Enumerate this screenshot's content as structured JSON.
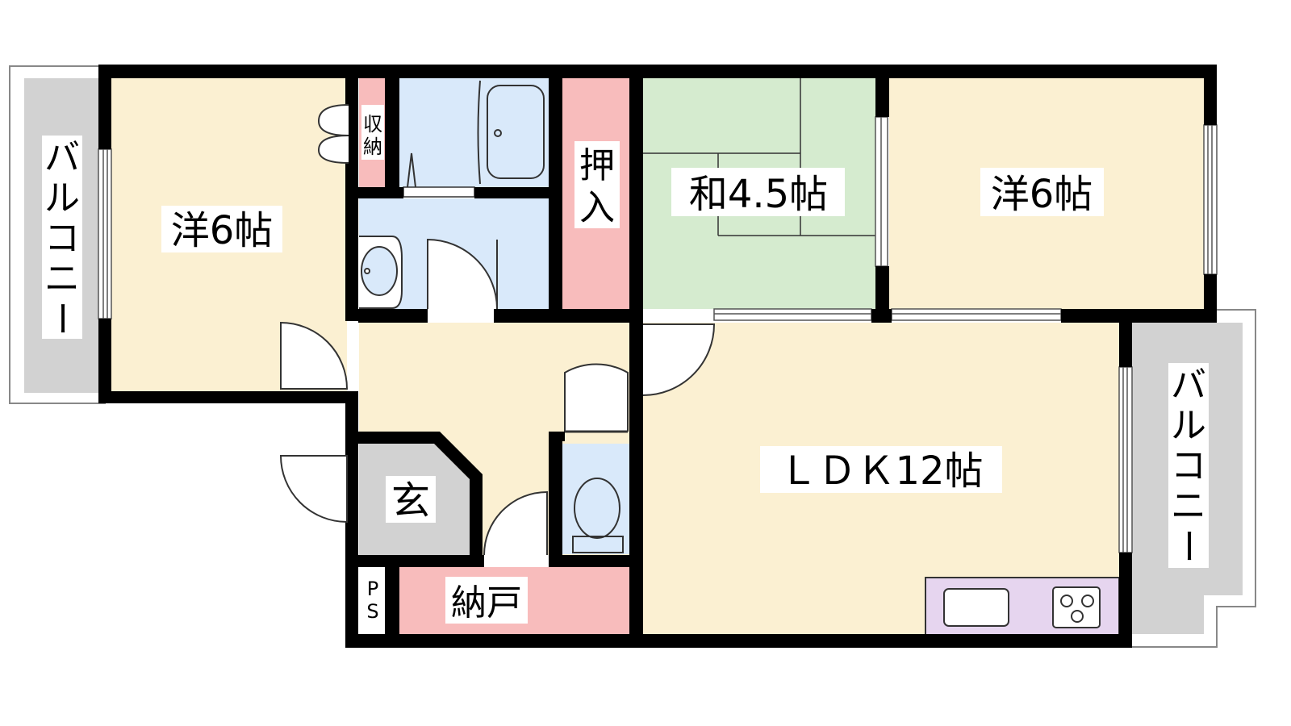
{
  "rooms": {
    "western_left": "洋6帖",
    "storage": "収納",
    "closet": "押入",
    "japanese": "和4.5帖",
    "western_right": "洋6帖",
    "entrance": "玄",
    "ps": "PS",
    "nando": "納戸",
    "ldk": "ＬＤＫ12帖",
    "balcony_left": "バルコニー",
    "balcony_right": "バルコニー"
  },
  "colors": {
    "wall": "#000000",
    "western": "#fbf0d2",
    "wet_area": "#d9e9fa",
    "storage": "#f8bcbc",
    "tatami": "#d5ebcf",
    "entrance_floor": "#d2d2d2",
    "balcony": "#d2d2d2",
    "kitchen": "#e6d5ef"
  }
}
